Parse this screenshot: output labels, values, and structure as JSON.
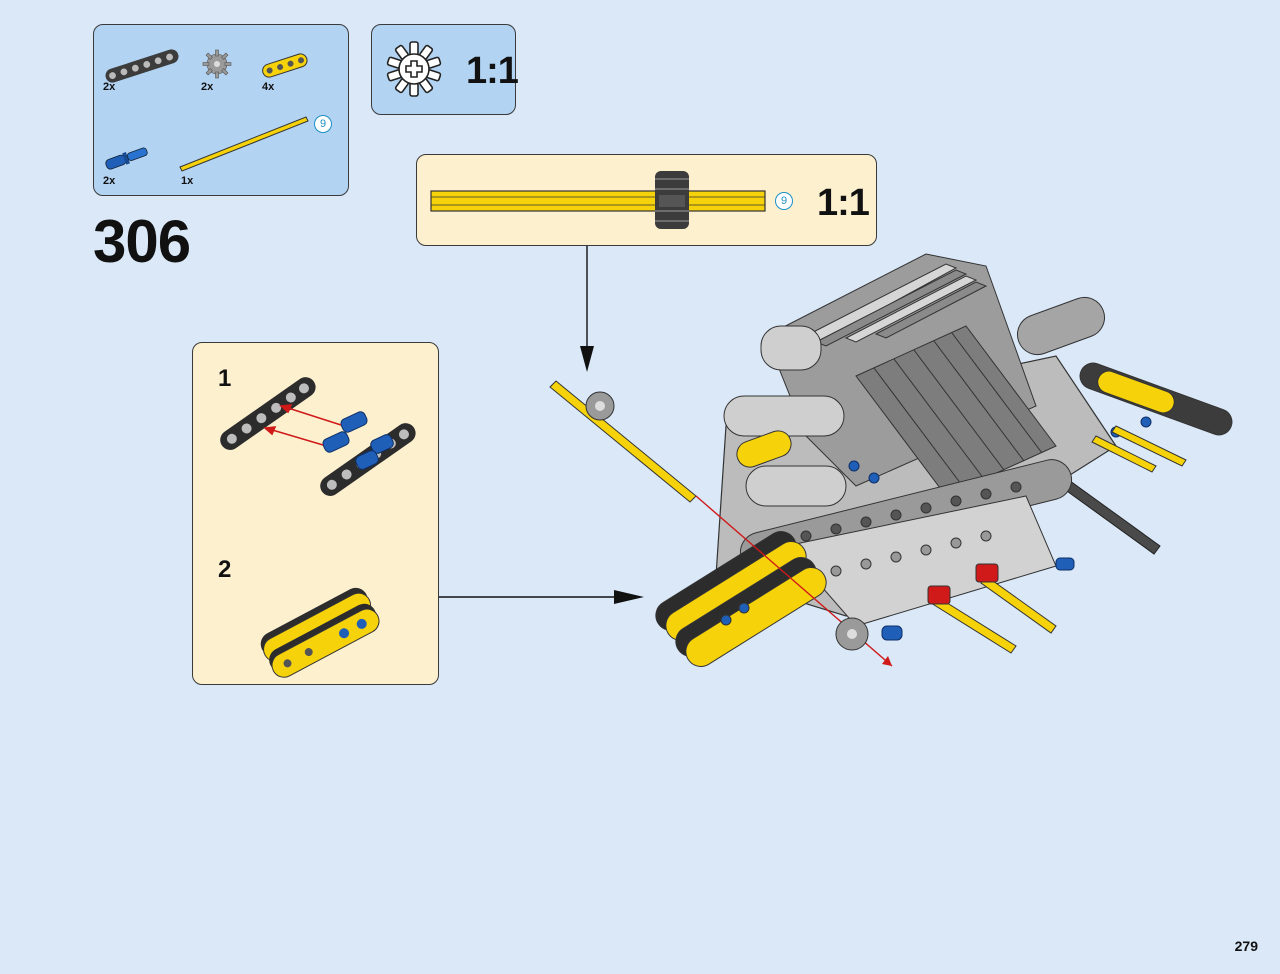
{
  "parts_list": {
    "items": [
      {
        "icon": "black-beam-icon",
        "qty": "2x"
      },
      {
        "icon": "gear-icon",
        "qty": "2x"
      },
      {
        "icon": "yellow-beam-icon",
        "qty": "4x"
      },
      {
        "icon": "blue-pin-icon",
        "qty": "2x"
      },
      {
        "icon": "yellow-axle-icon",
        "qty": "1x",
        "length": "9"
      }
    ]
  },
  "scale_callout": {
    "icon": "gear-icon",
    "label": "1:1"
  },
  "axle_callout": {
    "length": "9",
    "label": "1:1"
  },
  "step": {
    "number": "306"
  },
  "subassembly": {
    "steps": [
      "1",
      "2"
    ]
  },
  "colors": {
    "page_bg": "#dae8f8",
    "parts_bg": "#b2d3f2",
    "callout_bg": "#fdf0cf",
    "yellow": "#f5d20a",
    "blue": "#1f5fb8",
    "red": "#d01a1a",
    "dark_gray": "#3c3c3c",
    "light_gray": "#c8c8c8"
  },
  "page": {
    "number": "279"
  }
}
